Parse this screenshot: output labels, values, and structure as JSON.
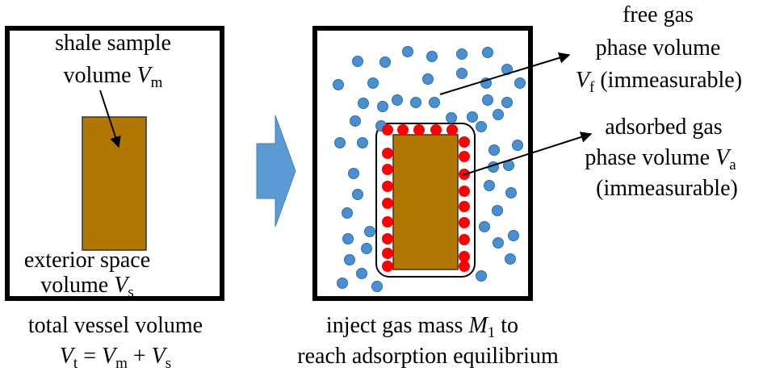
{
  "left_panel": {
    "sample_label_line1": "shale sample",
    "sample_label_line2": "volume ",
    "sample_var": "V",
    "sample_sub": "m",
    "exterior_line1": "exterior space",
    "exterior_line2": "volume ",
    "exterior_var": "V",
    "exterior_sub": "s"
  },
  "left_caption": {
    "line1": "total vessel volume",
    "eq_v1": "V",
    "eq_s1": "t",
    "eq_op1": " = ",
    "eq_v2": "V",
    "eq_s2": "m",
    "eq_op2": " + ",
    "eq_v3": "V",
    "eq_s3": "s"
  },
  "right_caption": {
    "line1_a": "inject gas mass ",
    "line1_var": "M",
    "line1_sub": "1",
    "line1_b": " to",
    "line2": "reach adsorption equilibrium"
  },
  "free_gas_label": {
    "line1": "free gas",
    "line2": "phase volume",
    "var": "V",
    "sub": "f",
    "rest": " (immeasurable)"
  },
  "adsorbed_gas_label": {
    "line1": "adsorbed gas",
    "line2_text": "phase volume ",
    "line2_var": "V",
    "line2_sub": "a",
    "line3": "(immeasurable)"
  },
  "colors": {
    "shale": "#B07800",
    "free_gas_molecule": "#4A90D0",
    "adsorbed_molecule": "#FF0000",
    "arrow": "#5B9BD5",
    "frame": "#000000"
  }
}
